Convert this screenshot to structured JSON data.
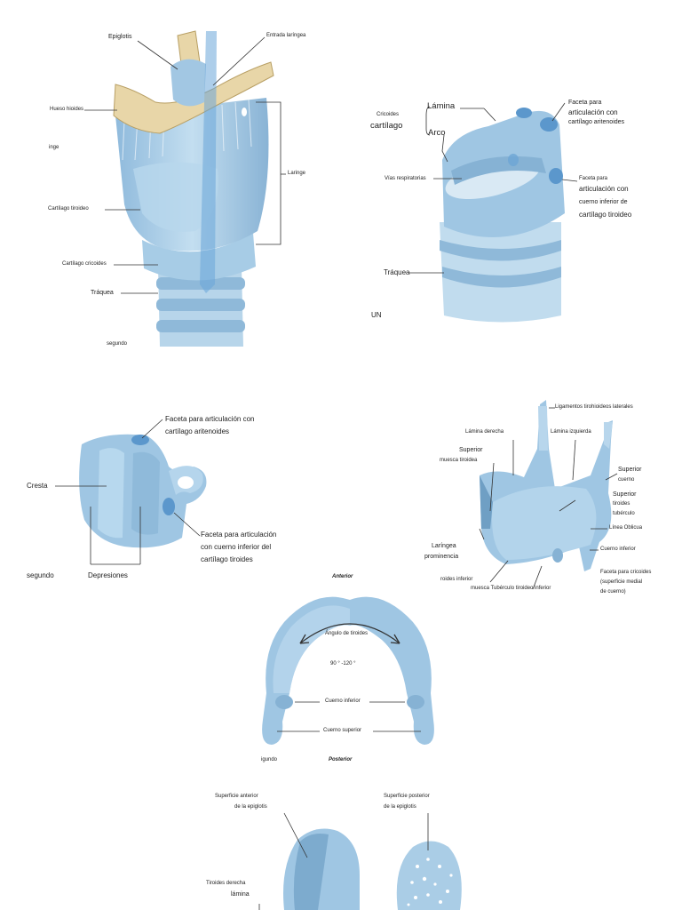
{
  "figure1": {
    "epiglotis": "Epiglotis",
    "entrada": "Entrada laríngea",
    "hueso": "Hueso hioides",
    "inge": "inge",
    "laringe": "Laringe",
    "tiroideo": "Cartílago tiroideo",
    "cricoides": "Cartílago cricoides",
    "traquea": "Tráquea",
    "segundo": "segundo"
  },
  "figure2": {
    "cricoides_1": "Cricoides",
    "cricoides_2": "cartílago",
    "lamina": "Lámina",
    "arco": "Arco",
    "vias": "Vías respiratorias",
    "faceta_ar_1": "Faceta para",
    "faceta_ar_2": "articulación con",
    "faceta_ar_3": "cartílago aritenoides",
    "faceta_ti_1": "Faceta para",
    "faceta_ti_2": "articulación con",
    "faceta_ti_3": "cuerno inferior de",
    "faceta_ti_4": "cartílago tiroideo",
    "traquea": "Tráquea",
    "un": "UN"
  },
  "figure3": {
    "faceta_ar_1": "Faceta para articulación con",
    "faceta_ar_2": "cartílago aritenoides",
    "cresta": "Cresta",
    "faceta_ti_1": "Faceta para articulación",
    "faceta_ti_2": "con cuerno inferior del",
    "faceta_ti_3": "cartílago tiroides",
    "segundo": "segundo",
    "depresiones": "Depresiones"
  },
  "figure4": {
    "ligamentos": "Ligamentos tirohioideos laterales",
    "lamina_der": "Lámina derecha",
    "lamina_izq": "Lámina izquierda",
    "superior_m1": "Superior",
    "superior_m2": "muesca tiroidea",
    "superior_c1": "Superior",
    "superior_c2": "cuerno",
    "superior_t1": "Superior",
    "superior_t2": "tiroides",
    "superior_t3": "tubérculo",
    "linea": "Línea Oblicua",
    "cuerno_inf": "Cuerno inferior",
    "laringea_1": "Laríngea",
    "laringea_2": "prominencia",
    "tiroides_inf": "roides inferior",
    "muesca": "muesca Tubérculo tiroideo inferior",
    "faceta_1": "Faceta para cricoides",
    "faceta_2": "(superficie medial",
    "faceta_3": "de cuerno)"
  },
  "figure5": {
    "anterior": "Anterior",
    "angulo": "Ángulo de tiroides",
    "grados": "90 ° -120 °",
    "cuerno_inf": "Cuerno inferior",
    "cuerno_sup": "Cuerno superior",
    "igundo": "igundo",
    "posterior": "Posterior"
  },
  "figure6": {
    "sup_ant_1": "Superficie anterior",
    "sup_ant_2": "de la epiglotis",
    "sup_post_1": "Superficie posterior",
    "sup_post_2": "de la epiglotis",
    "tiroides_der": "Tiroides derecha",
    "lamina": "lámina"
  },
  "colors": {
    "cartilage": "#a9cde6",
    "cartilage_dark": "#6f9fc4",
    "bone": "#e8d6a8",
    "leader": "#333333"
  }
}
